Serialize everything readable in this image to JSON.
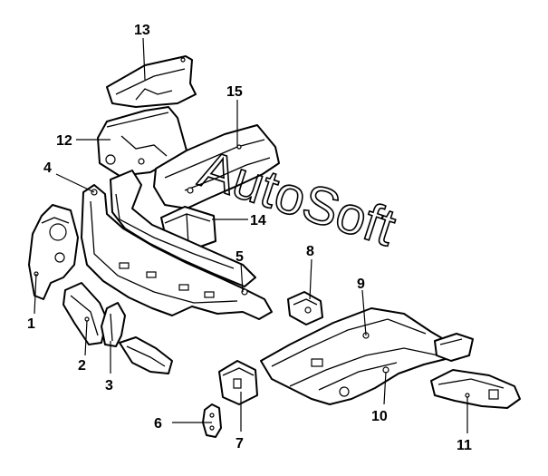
{
  "diagram": {
    "callouts": [
      "1",
      "2",
      "3",
      "4",
      "5",
      "6",
      "7",
      "8",
      "9",
      "10",
      "11",
      "12",
      "13",
      "14",
      "15"
    ],
    "watermark": "AutoSoft",
    "colors": {
      "line": "#000000",
      "background": "#ffffff"
    }
  }
}
